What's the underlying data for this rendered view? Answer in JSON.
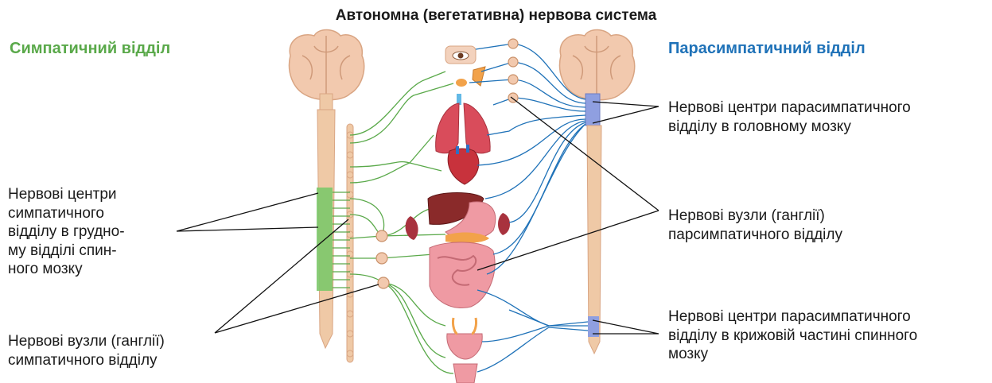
{
  "title": "Автономна (вегетативна) нервова система",
  "headings": {
    "sympathetic": "Симпатичний відділ",
    "parasympathetic": "Парасимпатичний відділ"
  },
  "labels": {
    "symp_centers": "Нервові центри\nсимпатичного\nвідділу в грудно-\nму відділі спин-\nного мозку",
    "symp_ganglia": "Нервові вузли (ганглії)\nсимпатичного відділу",
    "para_brain_centers": "Нервові центри парасимпатичного\nвідділу в головному мозку",
    "para_ganglia": "Нервові вузли (ганглії)\nпарсимпатичного відділу",
    "para_sacral_centers": "Нервові центри парасимпатичного\nвідділу в крижовій частині спинного\nмозку"
  },
  "colors": {
    "sympathetic": "#5aa94a",
    "parasympathetic": "#1f72b8",
    "brain": "#f2c9ae",
    "spine": "#efc9a6",
    "symp_center_highlight": "#7cc86a",
    "para_center_highlight": "#8f9fe0",
    "organ_red": "#d94c5b",
    "organ_pink": "#ef9aa3",
    "organ_orange": "#f2a24a",
    "organ_brown": "#8a2a2a"
  }
}
